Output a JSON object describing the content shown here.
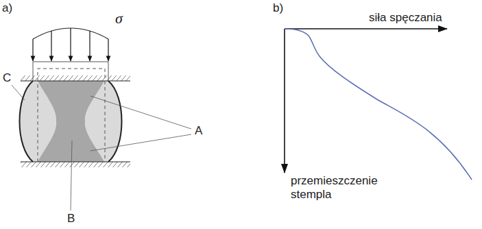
{
  "diagram": {
    "labels": [
      "a)",
      "σ",
      "C",
      "A",
      "B",
      "b)",
      "siła spęczania",
      "przemieszczenie stempla"
    ]
  }
}
